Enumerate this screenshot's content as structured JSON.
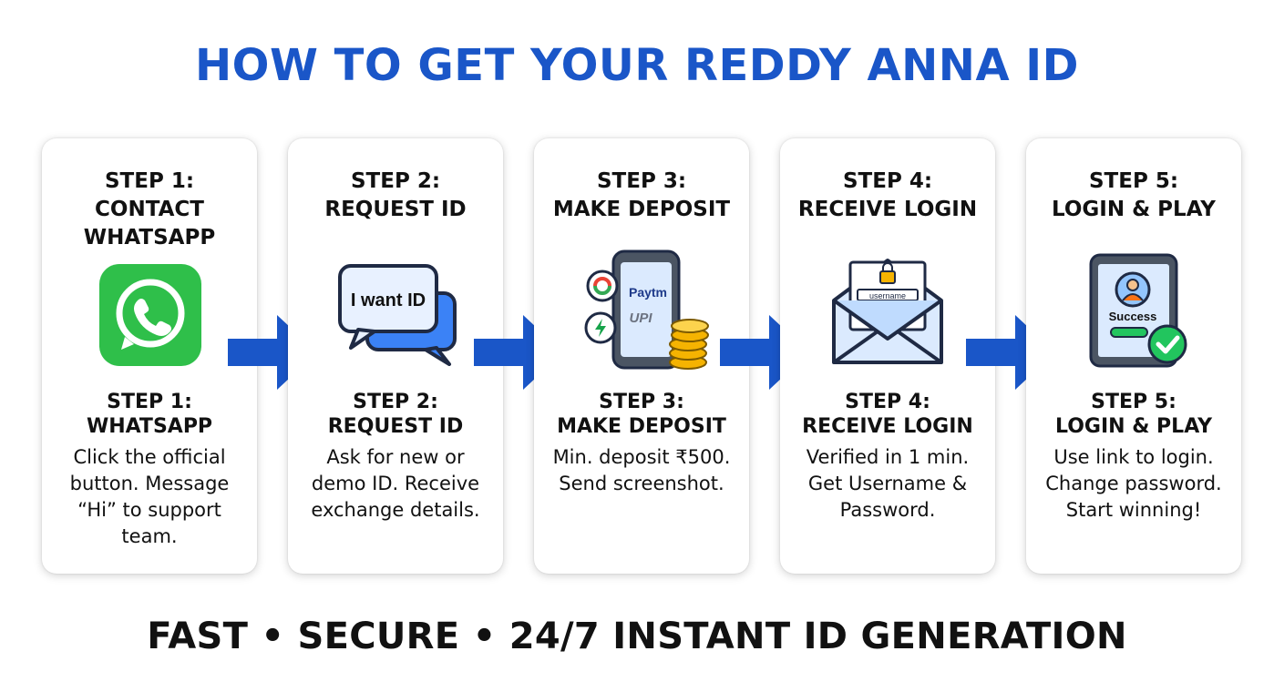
{
  "title": "HOW TO GET YOUR REDDY ANNA ID",
  "footer": "FAST • SECURE • 24/7 INSTANT ID GENERATION",
  "colors": {
    "title": "#1a56c8",
    "arrow": "#1a56c8",
    "whatsapp": "#2fbf4a"
  },
  "steps": [
    {
      "head": [
        "STEP 1:",
        "CONTACT",
        "WHATSAPP"
      ],
      "sub": [
        "STEP 1:",
        "WHATSAPP"
      ],
      "desc": "Click the official button. Message “Hi” to support team.",
      "icon": "whatsapp-icon"
    },
    {
      "head": [
        "STEP 2:",
        "REQUEST ID"
      ],
      "sub": [
        "STEP 2:",
        "REQUEST ID"
      ],
      "desc": "Ask for new or demo ID. Receive exchange details.",
      "icon": "chat-bubble-icon",
      "icon_text": "I want ID"
    },
    {
      "head": [
        "STEP 3:",
        "MAKE DEPOSIT"
      ],
      "sub": [
        "STEP 3:",
        "MAKE DEPOSIT"
      ],
      "desc": "Min. deposit ₹500. Send screenshot.",
      "icon": "phone-payment-icon",
      "icon_texts": [
        "Paytm",
        "UPI"
      ]
    },
    {
      "head": [
        "STEP 4:",
        "RECEIVE LOGIN"
      ],
      "sub": [
        "STEP 4:",
        "RECEIVE LOGIN"
      ],
      "desc": "Verified in 1 min. Get Username & Password.",
      "icon": "envelope-login-icon",
      "icon_text": "username"
    },
    {
      "head": [
        "STEP 5:",
        "LOGIN & PLAY"
      ],
      "sub": [
        "STEP 5:",
        "LOGIN & PLAY"
      ],
      "desc": "Use link to login. Change password. Start winning!",
      "icon": "tablet-success-icon",
      "icon_text": "Success"
    }
  ]
}
